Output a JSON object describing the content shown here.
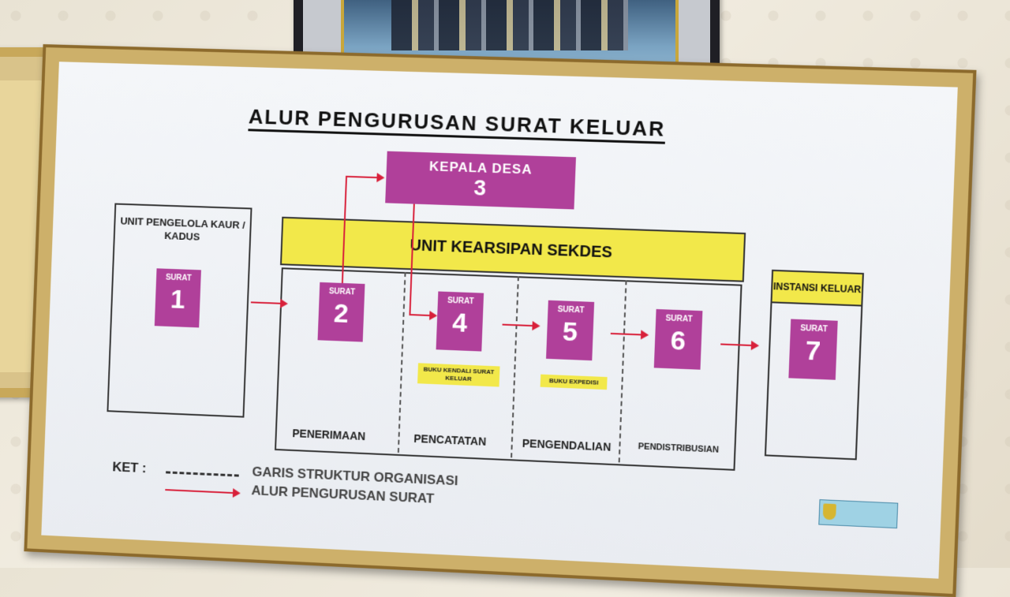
{
  "board": {
    "title": "ALUR PENGURUSAN SURAT KELUAR",
    "unit_pengelola": "UNIT PENGELOLA KAUR / KADUS",
    "kearsipan_label": "UNIT KEARSIPAN SEKDES",
    "instansi_label": "INSTANSI KELUAR",
    "kepala": {
      "label": "KEPALA DESA",
      "number": "3"
    },
    "surat_label": "SURAT",
    "surat_numbers": [
      "1",
      "2",
      "4",
      "5",
      "6",
      "7"
    ],
    "notes": {
      "buku_kendali": "BUKU KENDALI SURAT KELUAR",
      "buku_expedisi": "BUKU EXPEDISI"
    },
    "phases": [
      "PENERIMAAN",
      "PENCATATAN",
      "PENGENDALIAN",
      "PENDISTRIBUSIAN"
    ],
    "legend": {
      "ket": "KET :",
      "line1": "GARIS STRUKTUR ORGANISASI",
      "line2": "ALUR PENGURUSAN SURAT"
    }
  },
  "colors": {
    "magenta": "#b0409a",
    "yellow": "#f2e84a",
    "arrow_red": "#d8203a"
  }
}
